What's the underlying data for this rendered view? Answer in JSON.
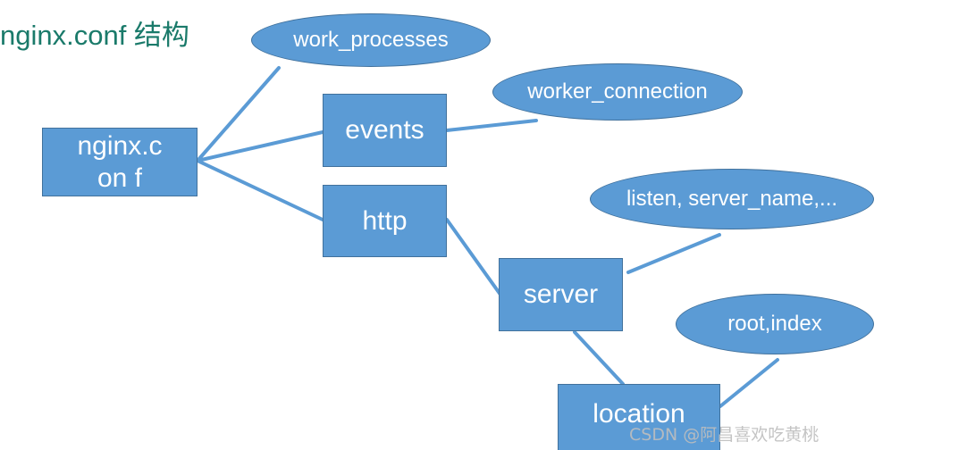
{
  "title": "nginx.conf 结构",
  "nodes": {
    "root": "nginx.con f",
    "events": "events",
    "http": "http",
    "server": "server",
    "location": "location"
  },
  "ovals": {
    "work_processes": "work_processes",
    "worker_connection": "worker_connection",
    "listen": "listen, server_name,...",
    "root_index": "root,index"
  },
  "watermark": "CSDN @阿昌喜欢吃黄桃",
  "colors": {
    "node_fill": "#5b9bd5",
    "node_border": "#41719c",
    "connector": "#5b9bd5",
    "title": "#1a7a6a"
  }
}
